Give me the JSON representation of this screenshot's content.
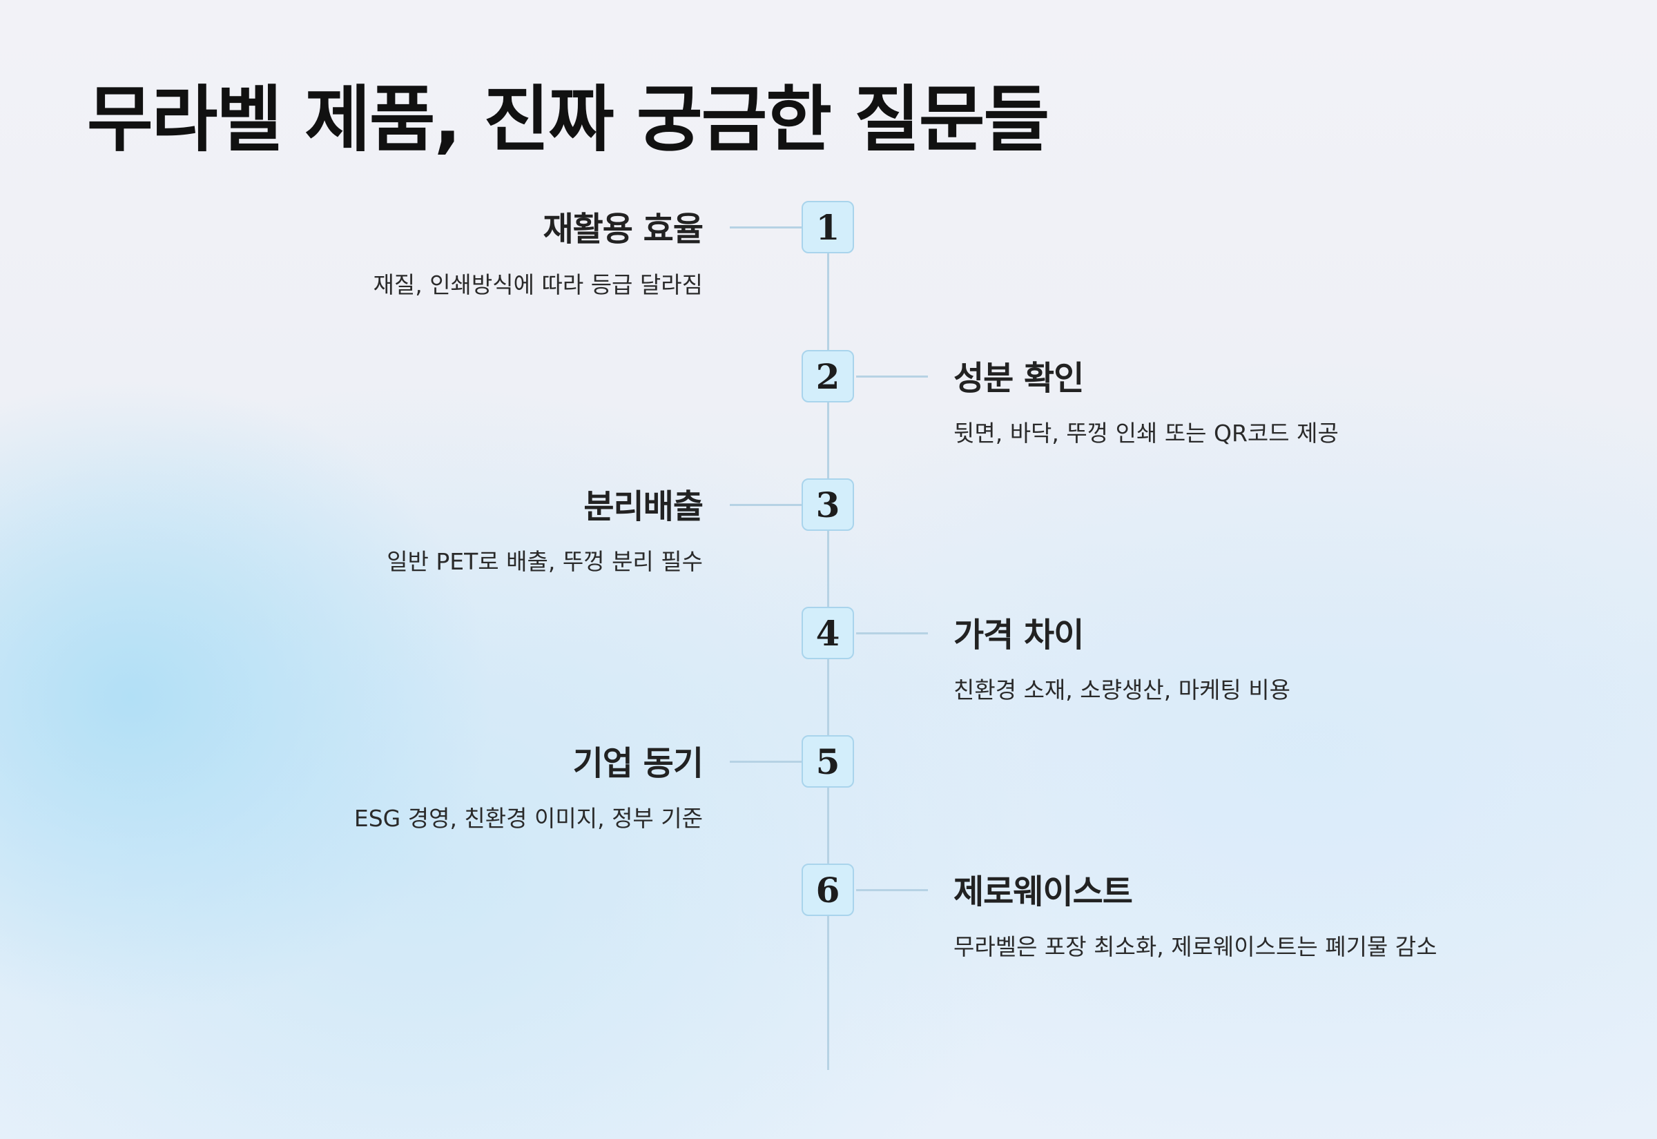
{
  "title": "무라벨 제품, 진짜 궁금한 질문들",
  "colors": {
    "badge_fill": "#d3eefb",
    "badge_border": "#a9d4ec",
    "line": "#b6d2e4"
  },
  "items": [
    {
      "number": "1",
      "title": "재활용 효율",
      "description": "재질, 인쇄방식에 따라 등급 달라짐",
      "side": "left"
    },
    {
      "number": "2",
      "title": "성분 확인",
      "description": "뒷면, 바닥, 뚜껑 인쇄 또는 QR코드 제공",
      "side": "right"
    },
    {
      "number": "3",
      "title": "분리배출",
      "description": "일반 PET로 배출, 뚜껑 분리 필수",
      "side": "left"
    },
    {
      "number": "4",
      "title": "가격 차이",
      "description": "친환경 소재, 소량생산, 마케팅 비용",
      "side": "right"
    },
    {
      "number": "5",
      "title": "기업 동기",
      "description": "ESG 경영, 친환경 이미지, 정부 기준",
      "side": "left"
    },
    {
      "number": "6",
      "title": "제로웨이스트",
      "description": "무라벨은 포장 최소화, 제로웨이스트는 폐기물 감소",
      "side": "right"
    }
  ]
}
